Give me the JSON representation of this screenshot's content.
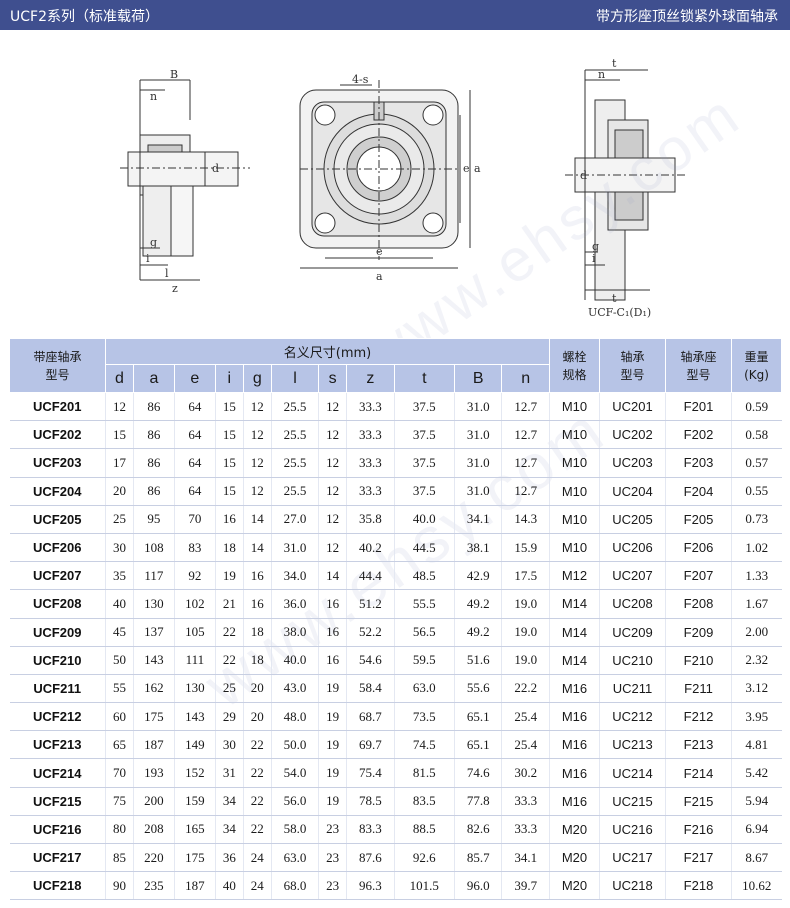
{
  "header": {
    "left_title": "UCF2系列（标准载荷）",
    "right_title": "带方形座顶丝锁紧外球面轴承"
  },
  "drawing": {
    "labels": {
      "B": "B",
      "n": "n",
      "d": "d",
      "g": "g",
      "i": "i",
      "l": "l",
      "z": "z",
      "s4": "4-s",
      "e": "e",
      "a": "a",
      "t": "t"
    },
    "caption": "UCF-C₁(D₁)"
  },
  "watermark": "www.ehsy.com",
  "table": {
    "headers": {
      "model_line1": "带座轴承",
      "model_line2": "型号",
      "dims_title": "名义尺寸(mm)",
      "bolt_line1": "螺栓",
      "bolt_line2": "规格",
      "bearing_line1": "轴承",
      "bearing_line2": "型号",
      "housing_line1": "轴承座",
      "housing_line2": "型号",
      "weight_line1": "重量",
      "weight_line2": "(Kg)",
      "dims": [
        "d",
        "a",
        "e",
        "i",
        "g",
        "l",
        "s",
        "z",
        "t",
        "B",
        "n"
      ]
    },
    "rows": [
      [
        "UCF201",
        "12",
        "86",
        "64",
        "15",
        "12",
        "25.5",
        "12",
        "33.3",
        "37.5",
        "31.0",
        "12.7",
        "M10",
        "UC201",
        "F201",
        "0.59"
      ],
      [
        "UCF202",
        "15",
        "86",
        "64",
        "15",
        "12",
        "25.5",
        "12",
        "33.3",
        "37.5",
        "31.0",
        "12.7",
        "M10",
        "UC202",
        "F202",
        "0.58"
      ],
      [
        "UCF203",
        "17",
        "86",
        "64",
        "15",
        "12",
        "25.5",
        "12",
        "33.3",
        "37.5",
        "31.0",
        "12.7",
        "M10",
        "UC203",
        "F203",
        "0.57"
      ],
      [
        "UCF204",
        "20",
        "86",
        "64",
        "15",
        "12",
        "25.5",
        "12",
        "33.3",
        "37.5",
        "31.0",
        "12.7",
        "M10",
        "UC204",
        "F204",
        "0.55"
      ],
      [
        "UCF205",
        "25",
        "95",
        "70",
        "16",
        "14",
        "27.0",
        "12",
        "35.8",
        "40.0",
        "34.1",
        "14.3",
        "M10",
        "UC205",
        "F205",
        "0.73"
      ],
      [
        "UCF206",
        "30",
        "108",
        "83",
        "18",
        "14",
        "31.0",
        "12",
        "40.2",
        "44.5",
        "38.1",
        "15.9",
        "M10",
        "UC206",
        "F206",
        "1.02"
      ],
      [
        "UCF207",
        "35",
        "117",
        "92",
        "19",
        "16",
        "34.0",
        "14",
        "44.4",
        "48.5",
        "42.9",
        "17.5",
        "M12",
        "UC207",
        "F207",
        "1.33"
      ],
      [
        "UCF208",
        "40",
        "130",
        "102",
        "21",
        "16",
        "36.0",
        "16",
        "51.2",
        "55.5",
        "49.2",
        "19.0",
        "M14",
        "UC208",
        "F208",
        "1.67"
      ],
      [
        "UCF209",
        "45",
        "137",
        "105",
        "22",
        "18",
        "38.0",
        "16",
        "52.2",
        "56.5",
        "49.2",
        "19.0",
        "M14",
        "UC209",
        "F209",
        "2.00"
      ],
      [
        "UCF210",
        "50",
        "143",
        "111",
        "22",
        "18",
        "40.0",
        "16",
        "54.6",
        "59.5",
        "51.6",
        "19.0",
        "M14",
        "UC210",
        "F210",
        "2.32"
      ],
      [
        "UCF211",
        "55",
        "162",
        "130",
        "25",
        "20",
        "43.0",
        "19",
        "58.4",
        "63.0",
        "55.6",
        "22.2",
        "M16",
        "UC211",
        "F211",
        "3.12"
      ],
      [
        "UCF212",
        "60",
        "175",
        "143",
        "29",
        "20",
        "48.0",
        "19",
        "68.7",
        "73.5",
        "65.1",
        "25.4",
        "M16",
        "UC212",
        "F212",
        "3.95"
      ],
      [
        "UCF213",
        "65",
        "187",
        "149",
        "30",
        "22",
        "50.0",
        "19",
        "69.7",
        "74.5",
        "65.1",
        "25.4",
        "M16",
        "UC213",
        "F213",
        "4.81"
      ],
      [
        "UCF214",
        "70",
        "193",
        "152",
        "31",
        "22",
        "54.0",
        "19",
        "75.4",
        "81.5",
        "74.6",
        "30.2",
        "M16",
        "UC214",
        "F214",
        "5.42"
      ],
      [
        "UCF215",
        "75",
        "200",
        "159",
        "34",
        "22",
        "56.0",
        "19",
        "78.5",
        "83.5",
        "77.8",
        "33.3",
        "M16",
        "UC215",
        "F215",
        "5.94"
      ],
      [
        "UCF216",
        "80",
        "208",
        "165",
        "34",
        "22",
        "58.0",
        "23",
        "83.3",
        "88.5",
        "82.6",
        "33.3",
        "M20",
        "UC216",
        "F216",
        "6.94"
      ],
      [
        "UCF217",
        "85",
        "220",
        "175",
        "36",
        "24",
        "63.0",
        "23",
        "87.6",
        "92.6",
        "85.7",
        "34.1",
        "M20",
        "UC217",
        "F217",
        "8.67"
      ],
      [
        "UCF218",
        "90",
        "235",
        "187",
        "40",
        "24",
        "68.0",
        "23",
        "96.3",
        "101.5",
        "96.0",
        "39.7",
        "M20",
        "UC218",
        "F218",
        "10.62"
      ]
    ]
  }
}
